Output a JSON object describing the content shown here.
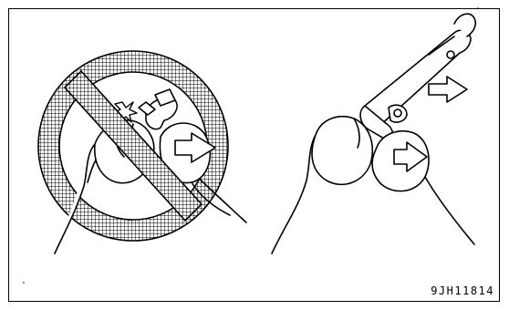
{
  "figure": {
    "code": "9JH11814"
  },
  "panels": [
    {
      "name": "wrong-method",
      "icon": "prohibition-icon"
    },
    {
      "name": "correct-method",
      "icon": "tool-icon"
    }
  ]
}
